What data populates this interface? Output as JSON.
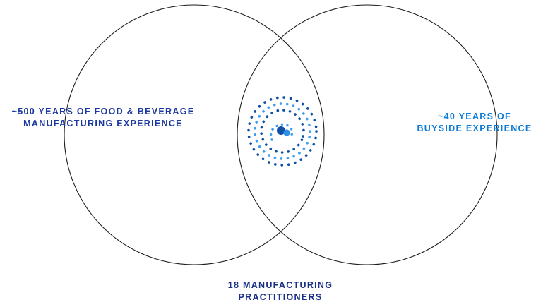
{
  "diagram": {
    "type": "venn",
    "left_circle_label": {
      "line1": "~500 YEARS OF FOOD & BEVERAGE",
      "line2": "MANUFACTURING EXPERIENCE"
    },
    "right_circle_label": {
      "line1": "~40 YEARS OF",
      "line2": "BUYSIDE EXPERIENCE"
    },
    "bottom_label": {
      "line1": "18 MANUFACTURING",
      "line2": "PRACTITIONERS"
    },
    "colors": {
      "left_label_text": "#1a38a0",
      "right_label_text": "#0d7bd6",
      "bottom_label_text": "#182f86",
      "circle_outline": "#1c1c1c",
      "dots_dark_blue": "#0f4fa8",
      "dots_light_blue": "#3e9ff0",
      "center_dot_dark": "#0f4fa8",
      "center_dot_light": "#2f8fe6"
    }
  }
}
